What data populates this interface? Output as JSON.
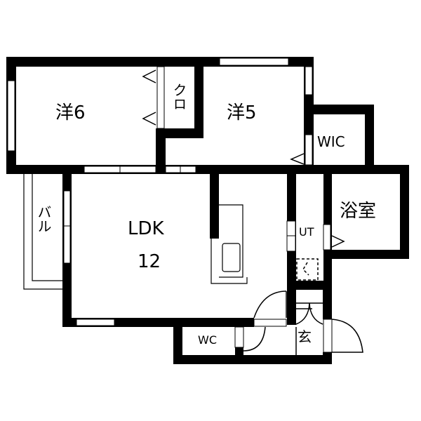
{
  "floor_plan": {
    "colors": {
      "wall": "#000000",
      "background": "#ffffff"
    },
    "rooms": [
      {
        "id": "western-6",
        "label": "洋6"
      },
      {
        "id": "closet",
        "label": "クロ"
      },
      {
        "id": "western-5",
        "label": "洋5"
      },
      {
        "id": "wic",
        "label": "WIC"
      },
      {
        "id": "ldk",
        "label": "LDK",
        "size": "12"
      },
      {
        "id": "balcony",
        "label": "バル"
      },
      {
        "id": "bath",
        "label": "浴室"
      },
      {
        "id": "utility",
        "label": "UT"
      },
      {
        "id": "wc",
        "label": "WC"
      },
      {
        "id": "entrance",
        "label": "玄"
      }
    ]
  }
}
